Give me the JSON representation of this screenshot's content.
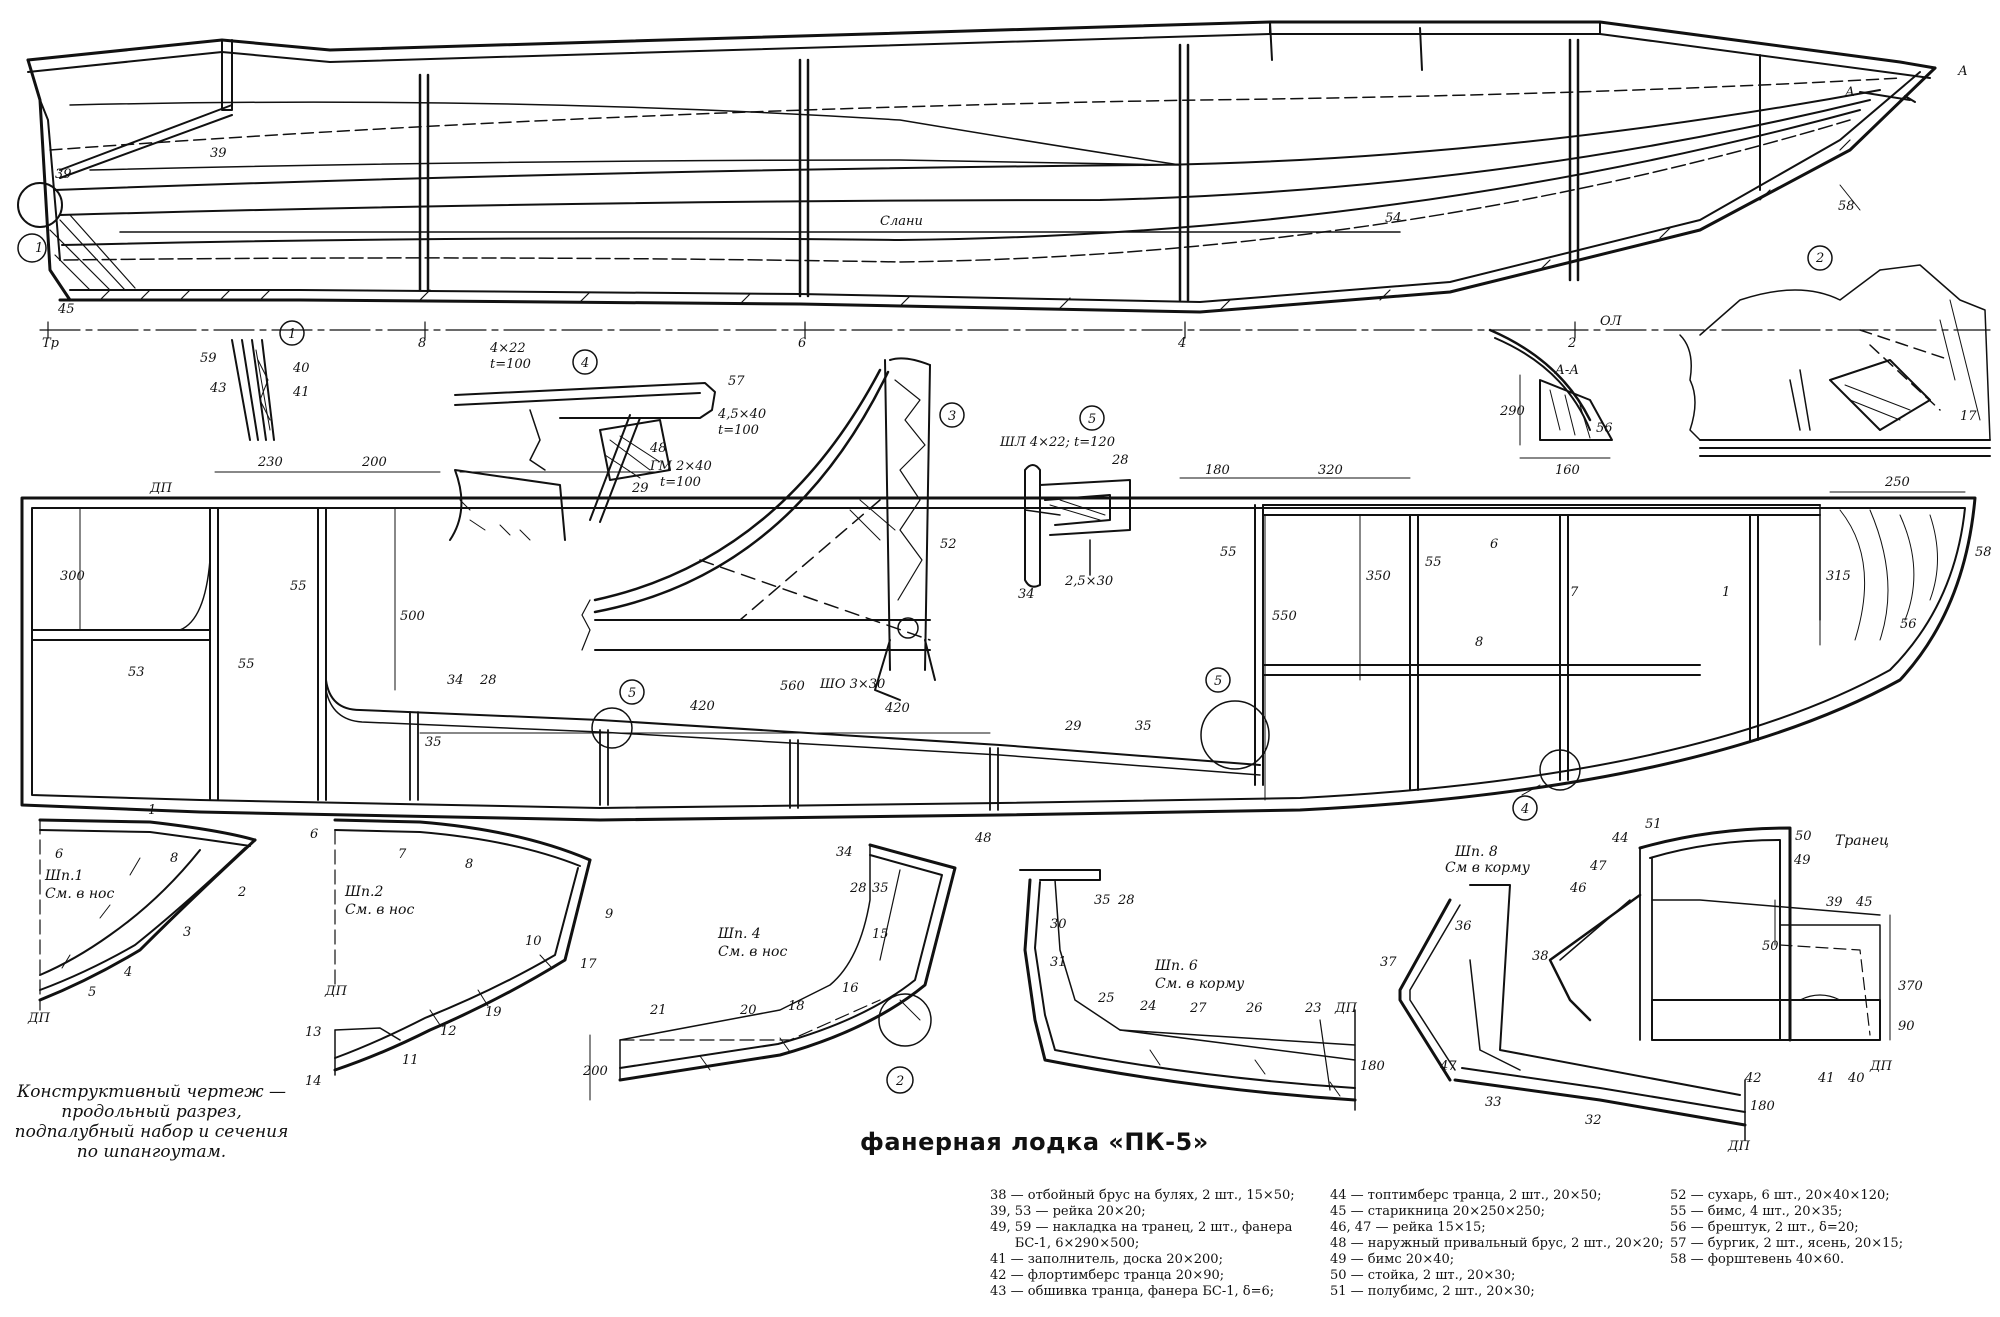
{
  "title": "фанерная лодка «ПК-5»",
  "caption": "Конструктивный чертеж — продольный разрез, подпалубный набор и сечения по шпангоутам.",
  "side_view": {
    "station_labels": [
      "Тр",
      "8",
      "6",
      "4",
      "2",
      "ОЛ"
    ],
    "part_labels": [
      "39",
      "39",
      "45",
      "Слани",
      "54",
      "58",
      "А",
      "А"
    ],
    "callout_labels": [
      "1",
      "2"
    ]
  },
  "details": {
    "d1": {
      "number": "1",
      "labels": [
        "59",
        "40",
        "43",
        "41"
      ]
    },
    "d4": {
      "number": "4",
      "labels": [
        "4×22",
        "t=100",
        "57",
        "4,5×40",
        "t=100",
        "48",
        "ГМ 2×40",
        "t=100",
        "29"
      ]
    },
    "d3": {
      "number": "3",
      "labels": [
        "52",
        "ШО 3×30"
      ]
    },
    "d5": {
      "number": "5",
      "labels": [
        "ШЛ 4×22; t=120",
        "28",
        "34",
        "2,5×30"
      ]
    },
    "aa": {
      "title": "А-А",
      "labels": [
        "290",
        "160",
        "56"
      ]
    },
    "d2": {
      "number": "2",
      "labels": [
        "17"
      ]
    }
  },
  "deck_plan": {
    "labels": [
      "ДП",
      "230",
      "200",
      "300",
      "500",
      "53",
      "55",
      "55",
      "34",
      "28",
      "35",
      "420",
      "560",
      "420",
      "48",
      "29",
      "35",
      "55",
      "550",
      "180",
      "320",
      "350",
      "55",
      "6",
      "7",
      "1",
      "8",
      "250",
      "315",
      "56",
      "58"
    ],
    "callouts": [
      "5",
      "5",
      "4"
    ]
  },
  "sections": {
    "sp1": {
      "name": "Шп.1",
      "sub": "См. в нос",
      "labels": [
        "1",
        "6",
        "8",
        "2",
        "3",
        "4",
        "5",
        "ДП"
      ]
    },
    "sp2": {
      "name": "Шп.2",
      "sub": "См. в нос",
      "labels": [
        "6",
        "7",
        "8",
        "9",
        "10",
        "17",
        "19",
        "12",
        "11",
        "13",
        "14",
        "ДП"
      ]
    },
    "sp4": {
      "name": "Шп. 4",
      "sub": "См. в нос",
      "labels": [
        "34",
        "28",
        "35",
        "15",
        "16",
        "18",
        "20",
        "21",
        "200",
        "2"
      ]
    },
    "sp6": {
      "name": "Шп. 6",
      "sub": "См. в корму",
      "labels": [
        "35",
        "28",
        "30",
        "31",
        "25",
        "24",
        "27",
        "26",
        "23",
        "ДП",
        "180"
      ]
    },
    "sp8": {
      "name": "Шп. 8",
      "sub": "См в корму",
      "labels": [
        "36",
        "37",
        "47",
        "33",
        "32",
        "180",
        "ДП"
      ]
    },
    "transom": {
      "name": "Транец",
      "labels": [
        "44",
        "51",
        "50",
        "47",
        "46",
        "49",
        "39",
        "45",
        "38",
        "50",
        "370",
        "90",
        "42",
        "41",
        "40",
        "ДП"
      ]
    }
  },
  "legend": {
    "col1": [
      "38 — отбойный брус на булях, 2 шт., 15×50;",
      "39, 53 — рейка 20×20;",
      "49, 59 — накладка на транец, 2 шт., фанера",
      "      БС-1, 6×290×500;",
      "41 — заполнитель, доска 20×200;",
      "42 — флортимберс транца 20×90;",
      "43 — обшивка транца, фанера БС-1, δ=6;"
    ],
    "col2": [
      "44 — топтимберс транца, 2 шт., 20×50;",
      "45 — старикница 20×250×250;",
      "46, 47 — рейка 15×15;",
      "48 — наружный привальный брус, 2 шт., 20×20;",
      "49 — бимс 20×40;",
      "50 — стойка, 2 шт., 20×30;",
      "51 — полубимс, 2 шт., 20×30;"
    ],
    "col3": [
      "52 — сухарь, 6 шт., 20×40×120;",
      "55 — бимс, 4 шт., 20×35;",
      "56 — брештук, 2 шт., δ=20;",
      "57 — бургик, 2 шт., ясень, 20×15;",
      "58 — форштевень 40×60."
    ]
  }
}
